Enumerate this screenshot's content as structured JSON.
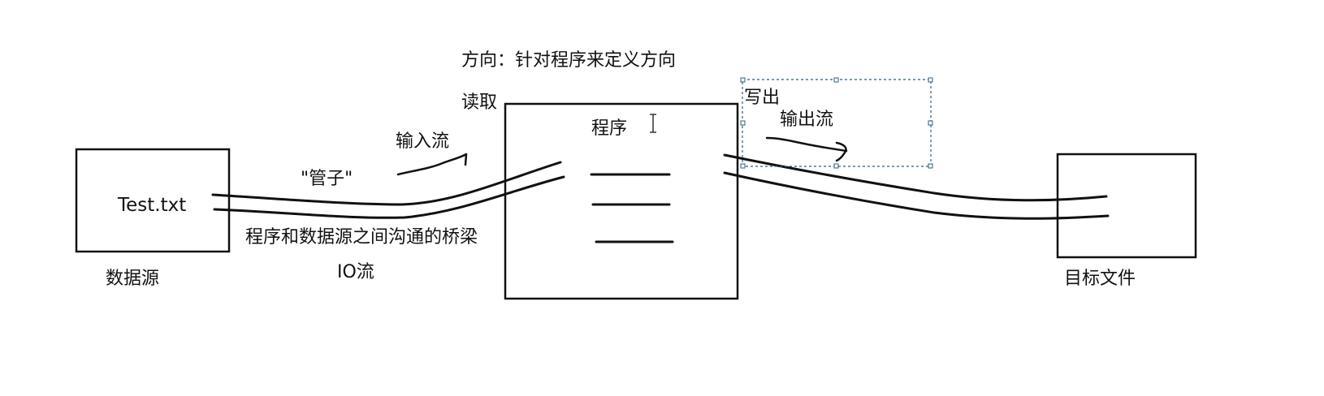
{
  "diagram": {
    "direction_note": "方向：针对程序来定义方向",
    "read_label": "读取",
    "write_label": "写出",
    "source": {
      "filename": "Test.txt",
      "caption": "数据源"
    },
    "program": {
      "label": "程序"
    },
    "target": {
      "caption": "目标文件"
    },
    "input_stream_label": "输入流",
    "output_stream_label": "输出流",
    "pipe_label": "\"管子\"",
    "bridge_note": "程序和数据源之间沟通的桥梁",
    "io_stream_label": "IO流"
  },
  "colors": {
    "ink": "#111111",
    "selection": "#2f5d7a",
    "background": "#ffffff"
  },
  "icons": {
    "text_cursor": "i-beam-cursor-icon"
  }
}
